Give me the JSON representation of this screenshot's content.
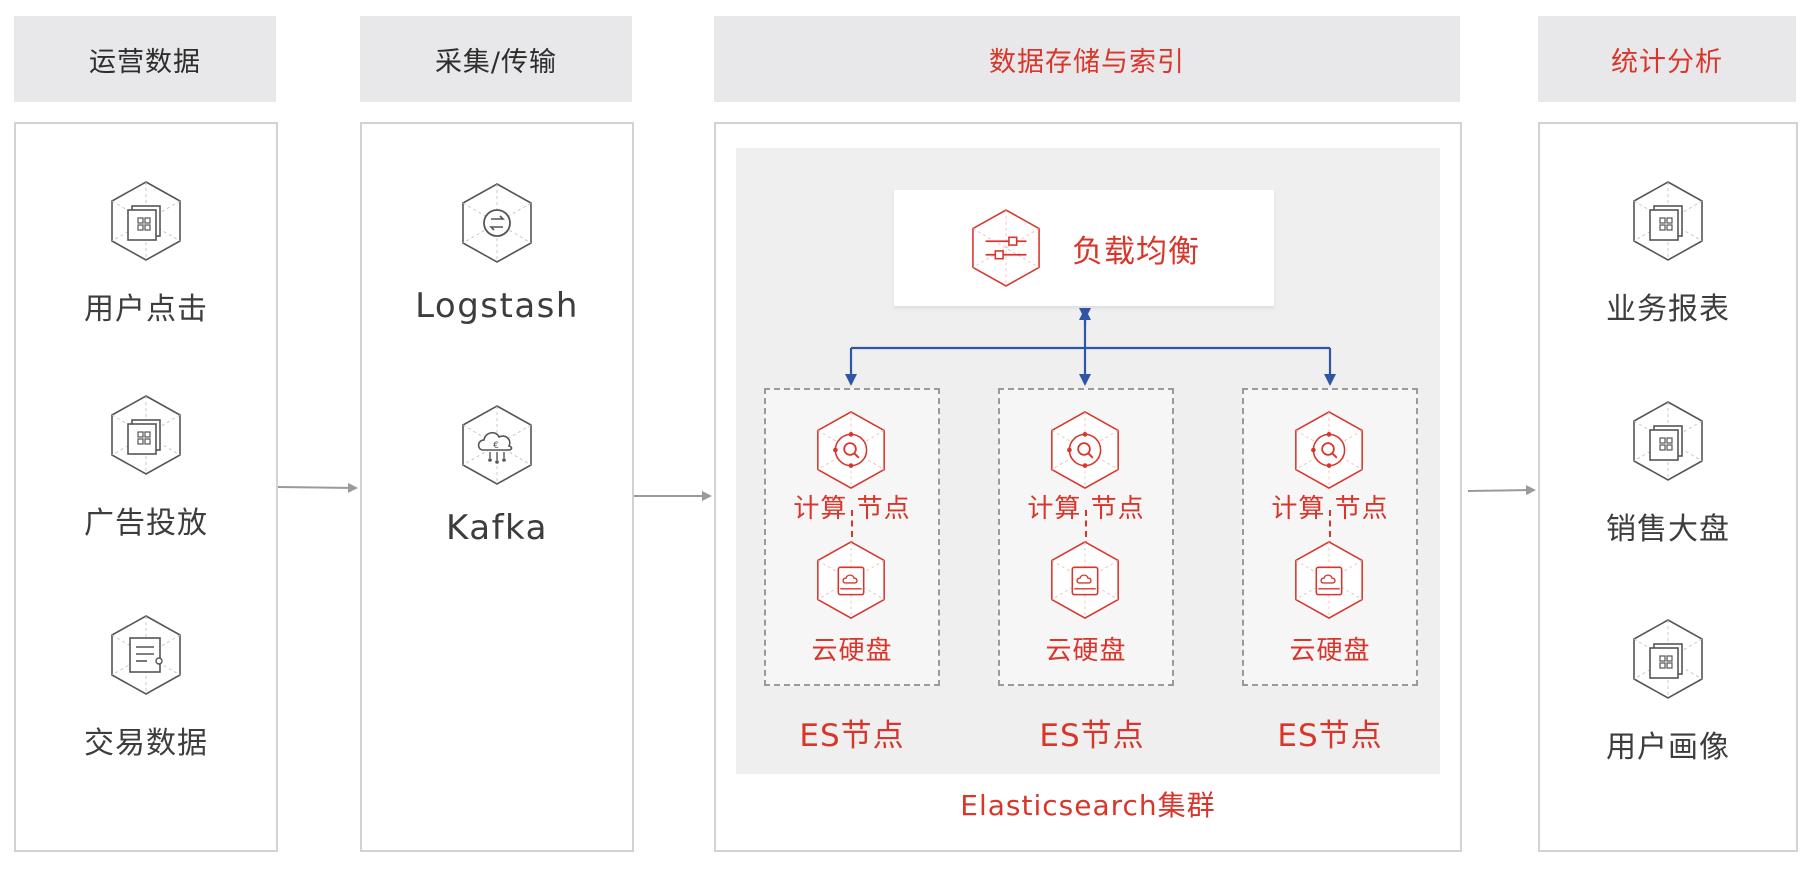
{
  "headers": {
    "ops": "运营数据",
    "collect": "采集/传输",
    "storage": "数据存储与索引",
    "analysis": "统计分析"
  },
  "sources": {
    "items": [
      {
        "label": "用户点击",
        "icon": "chart-board-icon"
      },
      {
        "label": "广告投放",
        "icon": "chart-board-icon"
      },
      {
        "label": "交易数据",
        "icon": "document-list-icon"
      }
    ]
  },
  "collect": {
    "items": [
      {
        "label": "Logstash",
        "icon": "sync-icon"
      },
      {
        "label": "Kafka",
        "icon": "cloud-stream-icon"
      }
    ]
  },
  "storage": {
    "load_balancer": {
      "label": "负载均衡",
      "icon": "load-balancer-icon"
    },
    "nodes": [
      {
        "compute": "计算 节点",
        "disk": "云硬盘",
        "label": "ES节点"
      },
      {
        "compute": "计算 节点",
        "disk": "云硬盘",
        "label": "ES节点"
      },
      {
        "compute": "计算 节点",
        "disk": "云硬盘",
        "label": "ES节点"
      }
    ],
    "cluster_label": "Elasticsearch集群"
  },
  "analysis": {
    "items": [
      {
        "label": "业务报表",
        "icon": "chart-board-icon"
      },
      {
        "label": "销售大盘",
        "icon": "chart-board-icon"
      },
      {
        "label": "用户画像",
        "icon": "chart-board-icon"
      }
    ]
  },
  "colors": {
    "accent": "#d9362b",
    "arrow_blue": "#2f55a4",
    "header_bg": "#e8e8ea",
    "icon_gray": "#555555"
  }
}
